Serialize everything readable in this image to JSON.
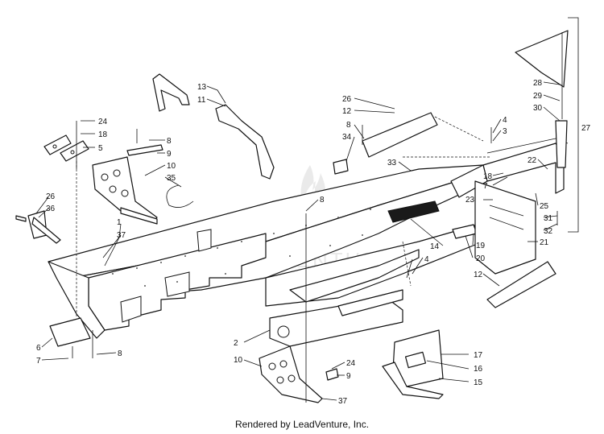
{
  "footer": {
    "text": "Rendered by LeadVenture, Inc."
  },
  "watermark": {
    "text": "LEADVENTURE"
  },
  "callouts": {
    "c1": "1",
    "c2": "2",
    "c3": "3",
    "c4a": "4",
    "c4b": "4",
    "c5": "5",
    "c6": "6",
    "c7a": "7",
    "c7b": "7",
    "c8a": "8",
    "c8b": "8",
    "c8c": "8",
    "c8d": "8",
    "c9a": "9",
    "c9b": "9",
    "c10a": "10",
    "c10b": "10",
    "c11": "11",
    "c12a": "12",
    "c12b": "12",
    "c13": "13",
    "c14": "14",
    "c15": "15",
    "c16": "16",
    "c17": "17",
    "c18a": "18",
    "c18b": "18",
    "c19": "19",
    "c20": "20",
    "c21": "21",
    "c22": "22",
    "c23": "23",
    "c24a": "24",
    "c24b": "24",
    "c25": "25",
    "c26a": "26",
    "c26b": "26",
    "c27": "27",
    "c28": "28",
    "c29": "29",
    "c30": "30",
    "c31": "31",
    "c32": "32",
    "c33": "33",
    "c34": "34",
    "c35": "35",
    "c36": "36",
    "c37a": "37",
    "c37b": "37"
  },
  "colors": {
    "line": "#111111",
    "background": "#ffffff",
    "decal": "#1a1a1a",
    "watermark": "#d9d9d9"
  }
}
